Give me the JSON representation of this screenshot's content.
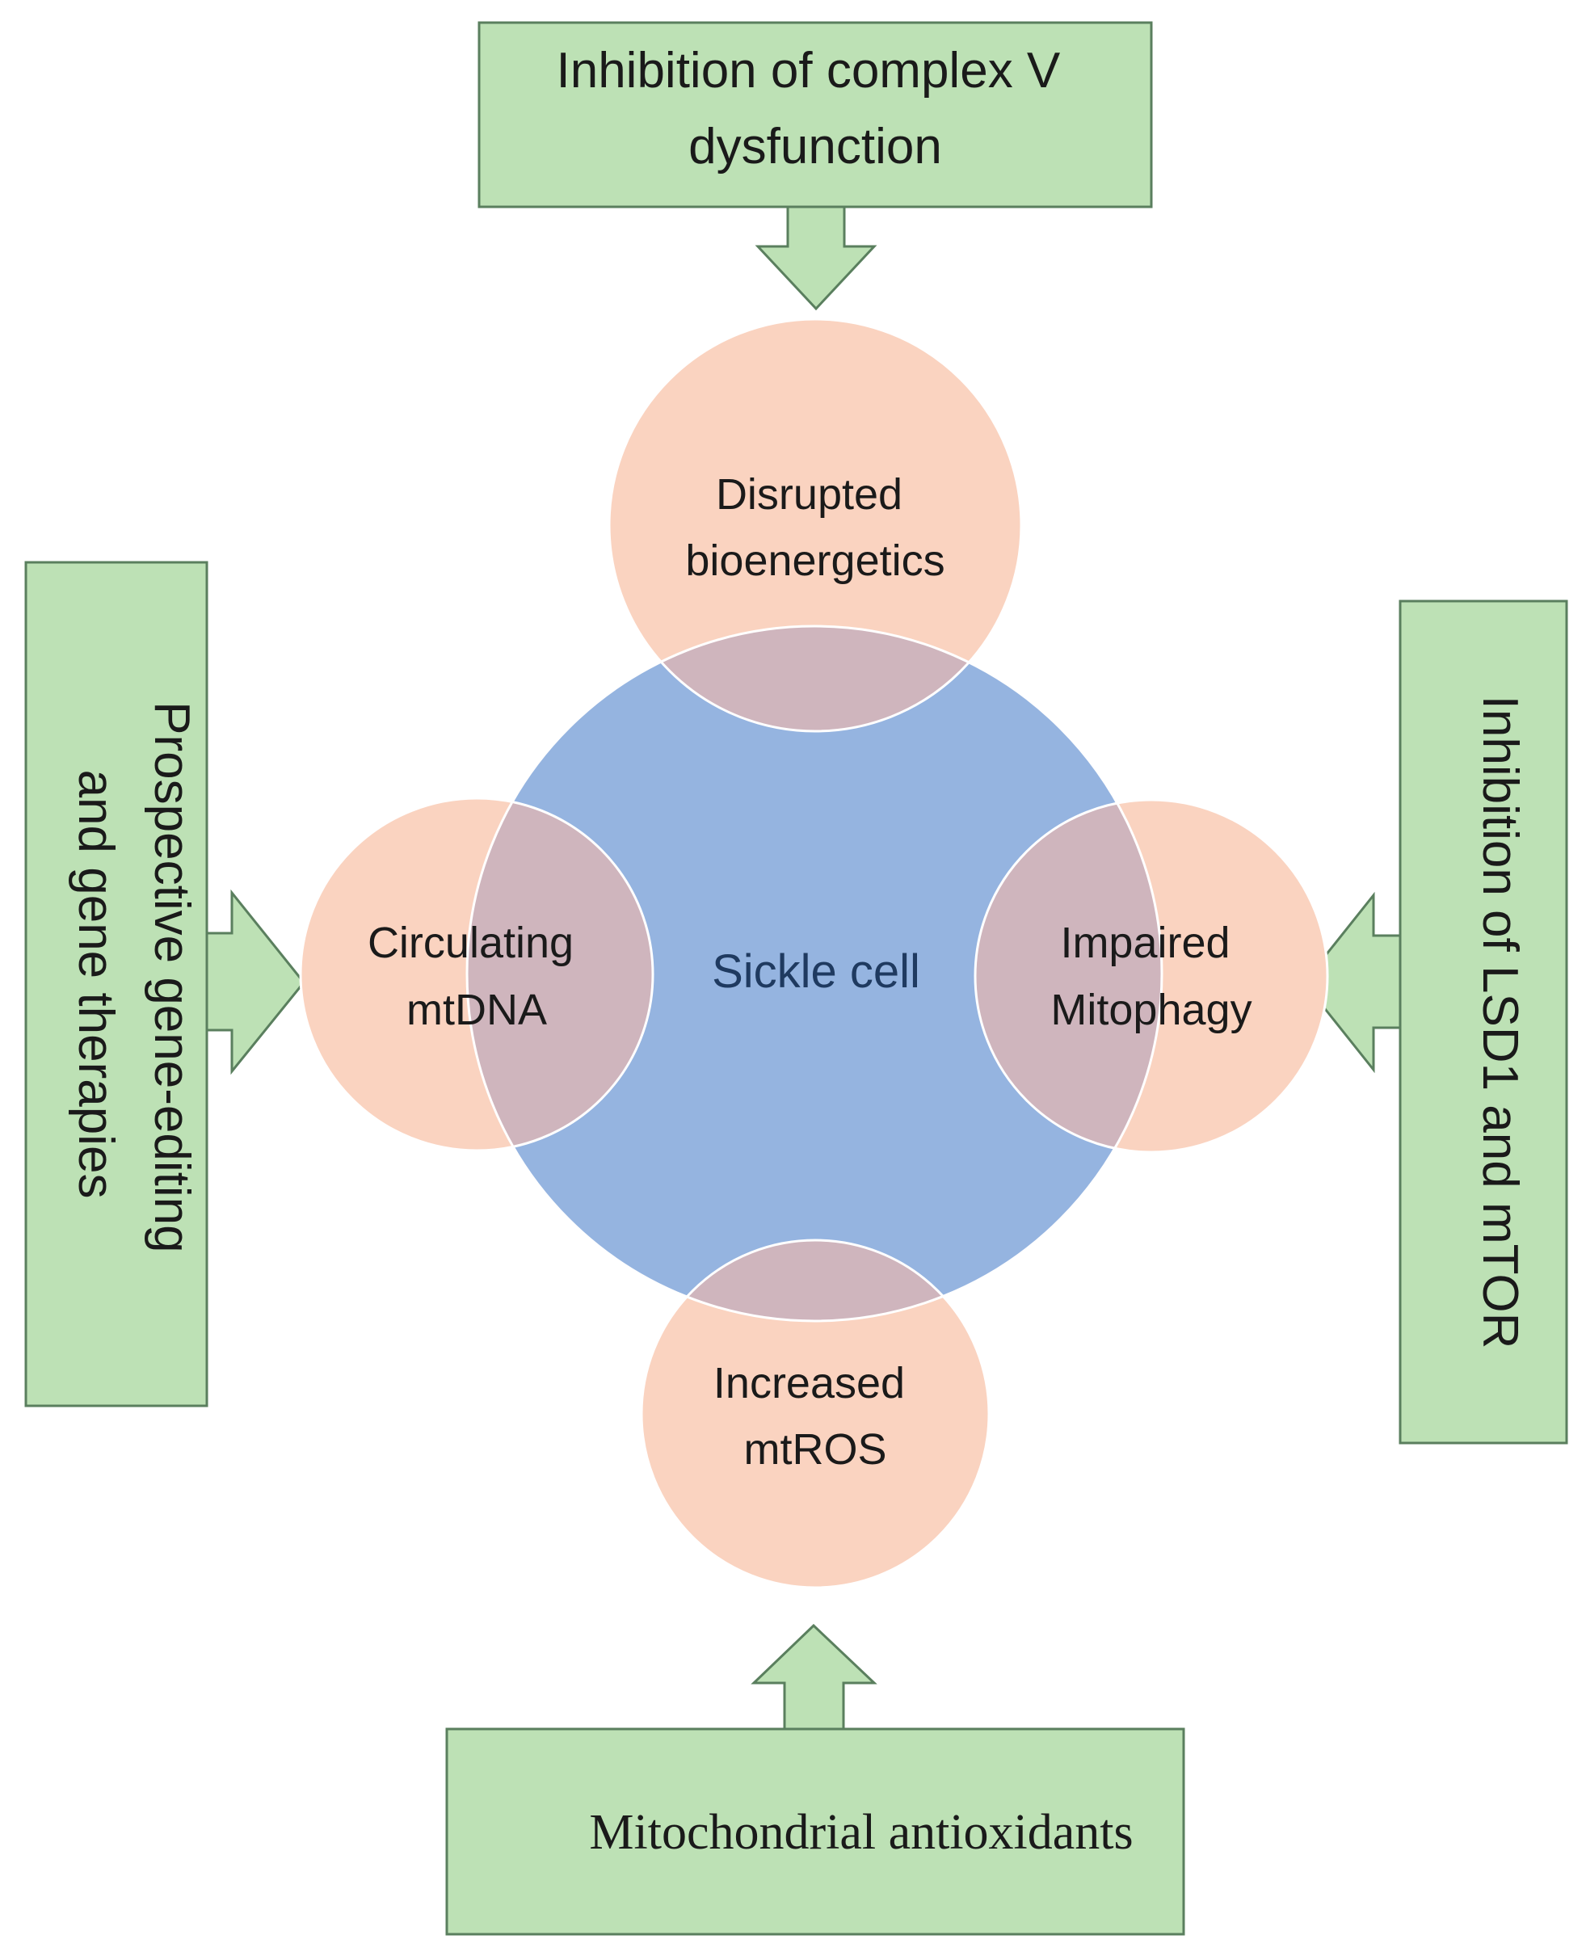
{
  "center": {
    "label": "Sickle cell"
  },
  "satellites": {
    "top": {
      "lines": [
        "Disrupted",
        "bioenergetics"
      ]
    },
    "left": {
      "lines": [
        "Circulating",
        "mtDNA"
      ]
    },
    "right": {
      "lines": [
        "Impaired",
        "Mitophagy"
      ]
    },
    "bottom": {
      "lines": [
        "Increased",
        "mtROS"
      ]
    }
  },
  "interventions": {
    "top": {
      "lines": [
        "Inhibition of complex V",
        "dysfunction"
      ]
    },
    "left": {
      "lines": [
        "Prospective gene-editing",
        "and gene therapies"
      ]
    },
    "right": {
      "lines": [
        "Inhibition of LSD1 and mTOR"
      ]
    },
    "bottom": {
      "lines": [
        "Mitochondrial antioxidants"
      ]
    }
  },
  "colors": {
    "center_fill": "#95b4e0",
    "satellite_fill": "#fad3c0",
    "overlap_fill": "#cfb5bd",
    "box_fill": "#bde1b5",
    "box_stroke": "#5a7f5e"
  }
}
